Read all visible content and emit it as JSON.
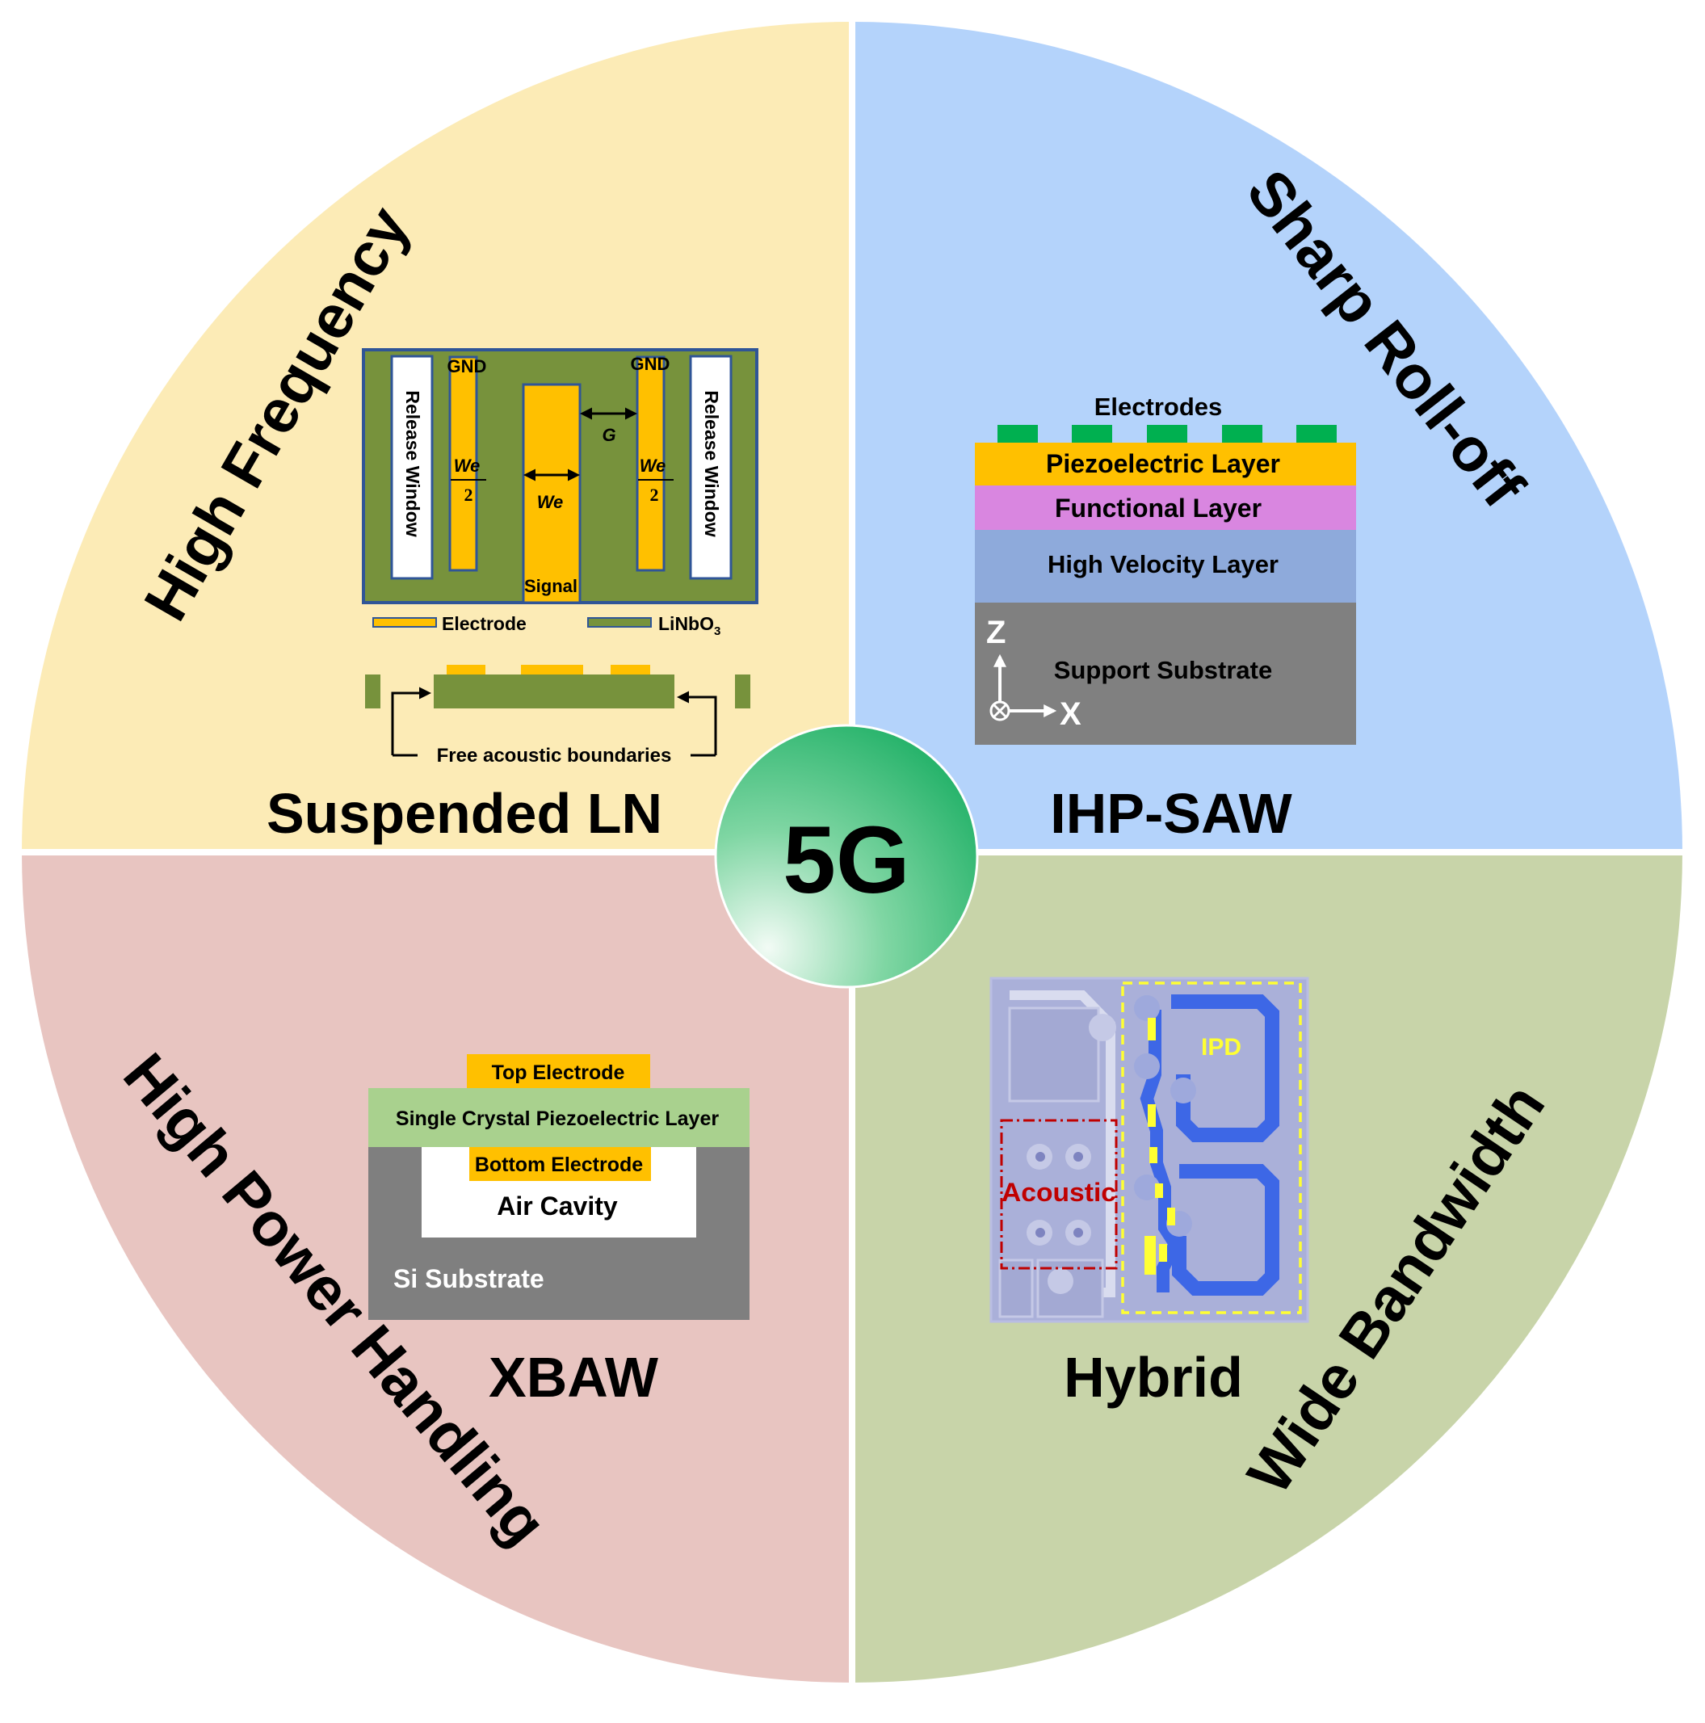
{
  "center": {
    "label": "5G"
  },
  "quadrants": {
    "top_left": {
      "property": "High Frequency",
      "technology": "Suspended LN",
      "colors": {
        "background": "#fcebb6",
        "substrate": "#77923c",
        "electrode": "#ffc000",
        "border": "#2f5597"
      },
      "diagram": {
        "gnd_left": "GND",
        "gnd_right": "GND",
        "release_left": "Release Window",
        "release_right": "Release Window",
        "we_half_left": "We",
        "half_denominator": "2",
        "we_half_right": "We",
        "we_center": "We",
        "gap": "G",
        "signal": "Signal",
        "legend_electrode": "Electrode",
        "legend_substrate": "LiNbO",
        "legend_substrate_sub": "3",
        "boundaries": "Free acoustic boundaries"
      }
    },
    "top_right": {
      "property": "Sharp Roll-off",
      "technology": "IHP-SAW",
      "colors": {
        "background": "#b4d3fb",
        "electrodes": "#00b050",
        "piezo": "#ffc000",
        "functional": "#d986e0",
        "high_velocity": "#8eaadb",
        "support": "#808080"
      },
      "diagram": {
        "electrodes": "Electrodes",
        "piezo_layer": "Piezoelectric Layer",
        "functional_layer": "Functional Layer",
        "high_velocity_layer": "High Velocity Layer",
        "support_substrate": "Support Substrate",
        "axis_z": "Z",
        "axis_x": "X"
      }
    },
    "bottom_left": {
      "property": "High Power Handling",
      "technology": "XBAW",
      "colors": {
        "background": "#e8c5c1",
        "top_electrode": "#ffc000",
        "piezo": "#a9d18e",
        "substrate": "#7f7f7f"
      },
      "diagram": {
        "top_electrode": "Top Electrode",
        "piezo_layer": "Single Crystal Piezoelectric Layer",
        "bottom_electrode": "Bottom Electrode",
        "air_cavity": "Air Cavity",
        "si_substrate": "Si Substrate"
      }
    },
    "bottom_right": {
      "property": "Wide Bandwidth",
      "technology": "Hybrid",
      "colors": {
        "background": "#c8d4a9",
        "chip": "#aab0d9",
        "ipd_trace": "#3d67e6",
        "ipd_box": "#ffff33",
        "acoustic_box": "#c00000"
      },
      "diagram": {
        "ipd": "IPD",
        "acoustic": "Acoustic"
      }
    }
  }
}
